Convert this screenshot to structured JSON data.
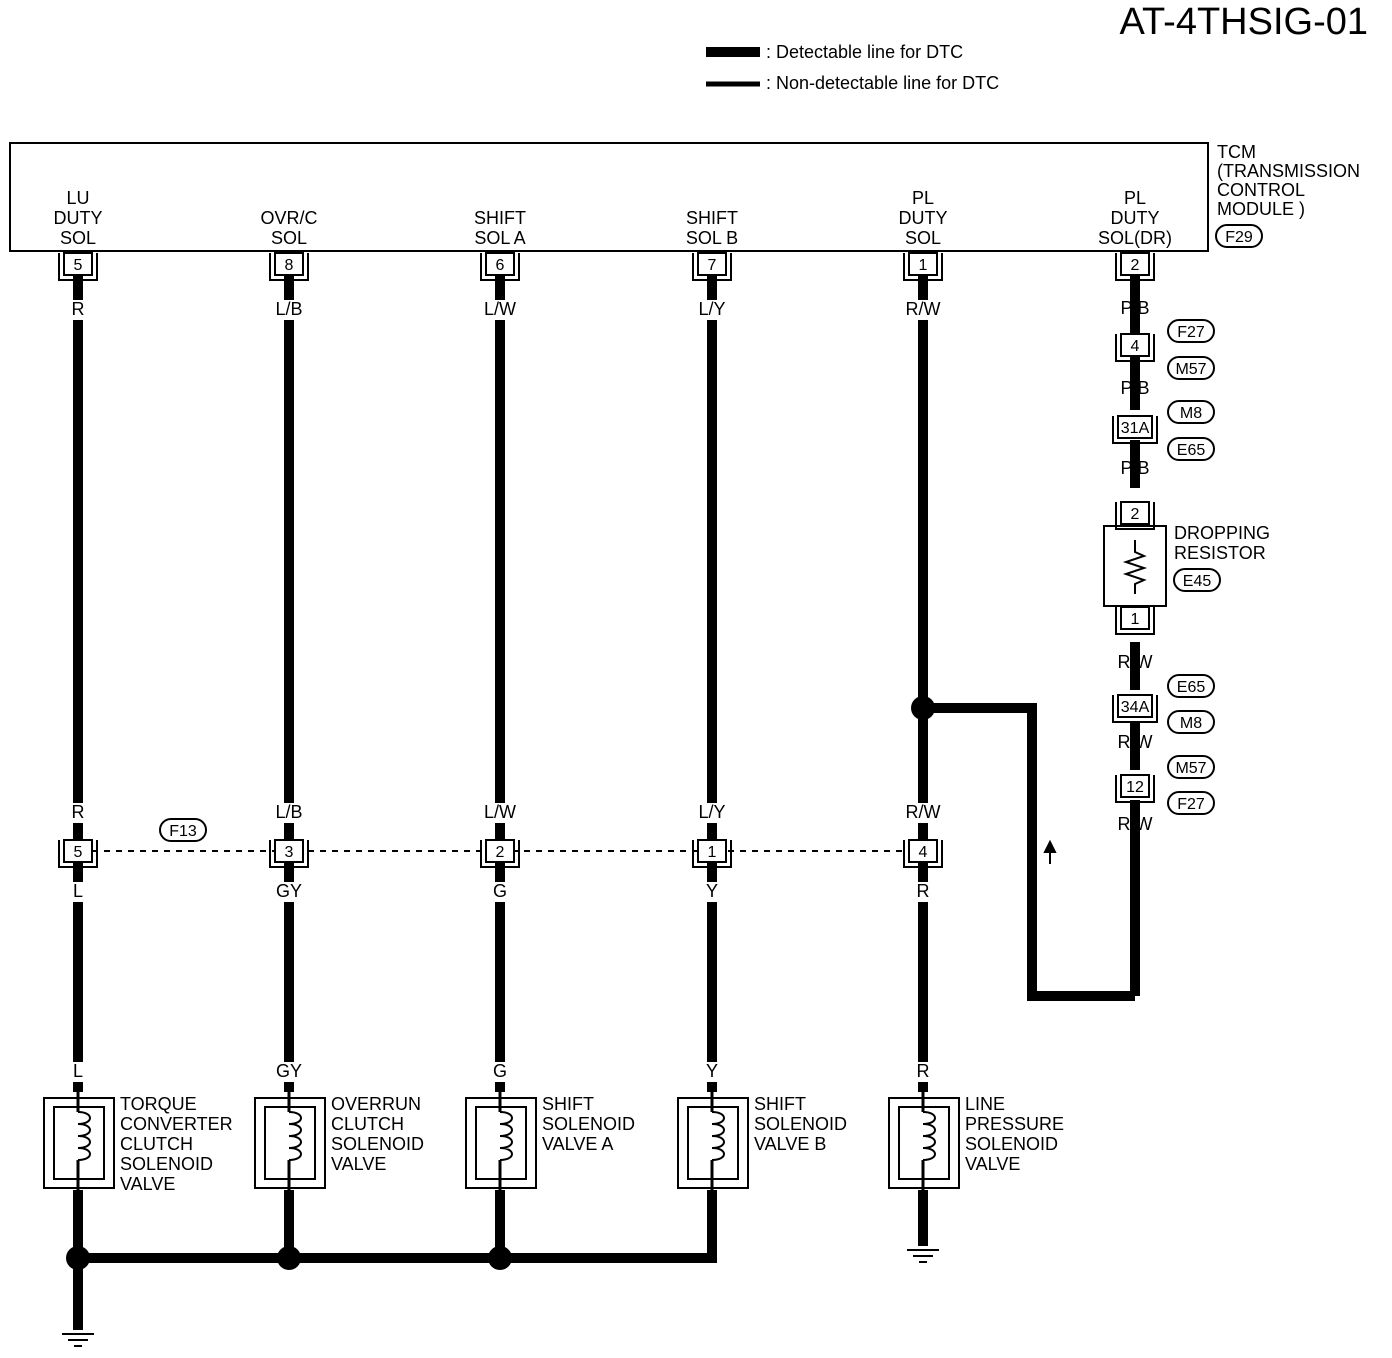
{
  "title": "AT-4THSIG-01",
  "legend": {
    "detectable": ": Detectable line for DTC",
    "non_detectable": ": Non-detectable line for DTC"
  },
  "tcm": {
    "label_lines": [
      "TCM",
      "(TRANSMISSION",
      "CONTROL",
      "MODULE )"
    ],
    "connector": "F29"
  },
  "columns": [
    {
      "lines": [
        "LU",
        "DUTY",
        "SOL"
      ],
      "tcm_pin": "5",
      "wire_top": "R",
      "wire_mid": "R",
      "f13_pin": "5",
      "wire_below": "L",
      "wire_sol": "L",
      "solenoid": [
        "TORQUE",
        "CONVERTER",
        "CLUTCH",
        "SOLENOID",
        "VALVE"
      ]
    },
    {
      "lines": [
        "OVR/C",
        "SOL"
      ],
      "tcm_pin": "8",
      "wire_top": "L/B",
      "wire_mid": "L/B",
      "f13_pin": "3",
      "wire_below": "GY",
      "wire_sol": "GY",
      "solenoid": [
        "OVERRUN",
        "CLUTCH",
        "SOLENOID",
        "VALVE"
      ]
    },
    {
      "lines": [
        "SHIFT",
        "SOL A"
      ],
      "tcm_pin": "6",
      "wire_top": "L/W",
      "wire_mid": "L/W",
      "f13_pin": "2",
      "wire_below": "G",
      "wire_sol": "G",
      "solenoid": [
        "SHIFT",
        "SOLENOID",
        "VALVE A"
      ]
    },
    {
      "lines": [
        "SHIFT",
        "SOL B"
      ],
      "tcm_pin": "7",
      "wire_top": "L/Y",
      "wire_mid": "L/Y",
      "f13_pin": "1",
      "wire_below": "Y",
      "wire_sol": "Y",
      "solenoid": [
        "SHIFT",
        "SOLENOID",
        "VALVE B"
      ]
    },
    {
      "lines": [
        "PL",
        "DUTY",
        "SOL"
      ],
      "tcm_pin": "1",
      "wire_top": "R/W",
      "wire_mid": "R/W",
      "f13_pin": "4",
      "wire_below": "R",
      "wire_sol": "R",
      "solenoid": [
        "LINE",
        "PRESSURE",
        "SOLENOID",
        "VALVE"
      ]
    },
    {
      "lines": [
        "PL",
        "DUTY",
        "SOL(DR)"
      ],
      "tcm_pin": "2"
    }
  ],
  "f13": "F13",
  "dr_path": {
    "wire1": "P/B",
    "conn1": {
      "pin": "4",
      "tags": [
        "F27",
        "M57"
      ]
    },
    "wire2": "P/B",
    "conn2": {
      "pin": "31A",
      "tags": [
        "M8",
        "E65"
      ]
    },
    "wire3": "P/B",
    "resistor": {
      "pin_top": "2",
      "pin_bottom": "1",
      "label": [
        "DROPPING",
        "RESISTOR"
      ],
      "connector": "E45"
    },
    "wire4": "R/W",
    "conn3": {
      "pin": "34A",
      "tags": [
        "E65",
        "M8"
      ]
    },
    "wire5": "R/W",
    "conn4": {
      "pin": "12",
      "tags": [
        "M57",
        "F27"
      ]
    },
    "wire6": "R/W"
  }
}
